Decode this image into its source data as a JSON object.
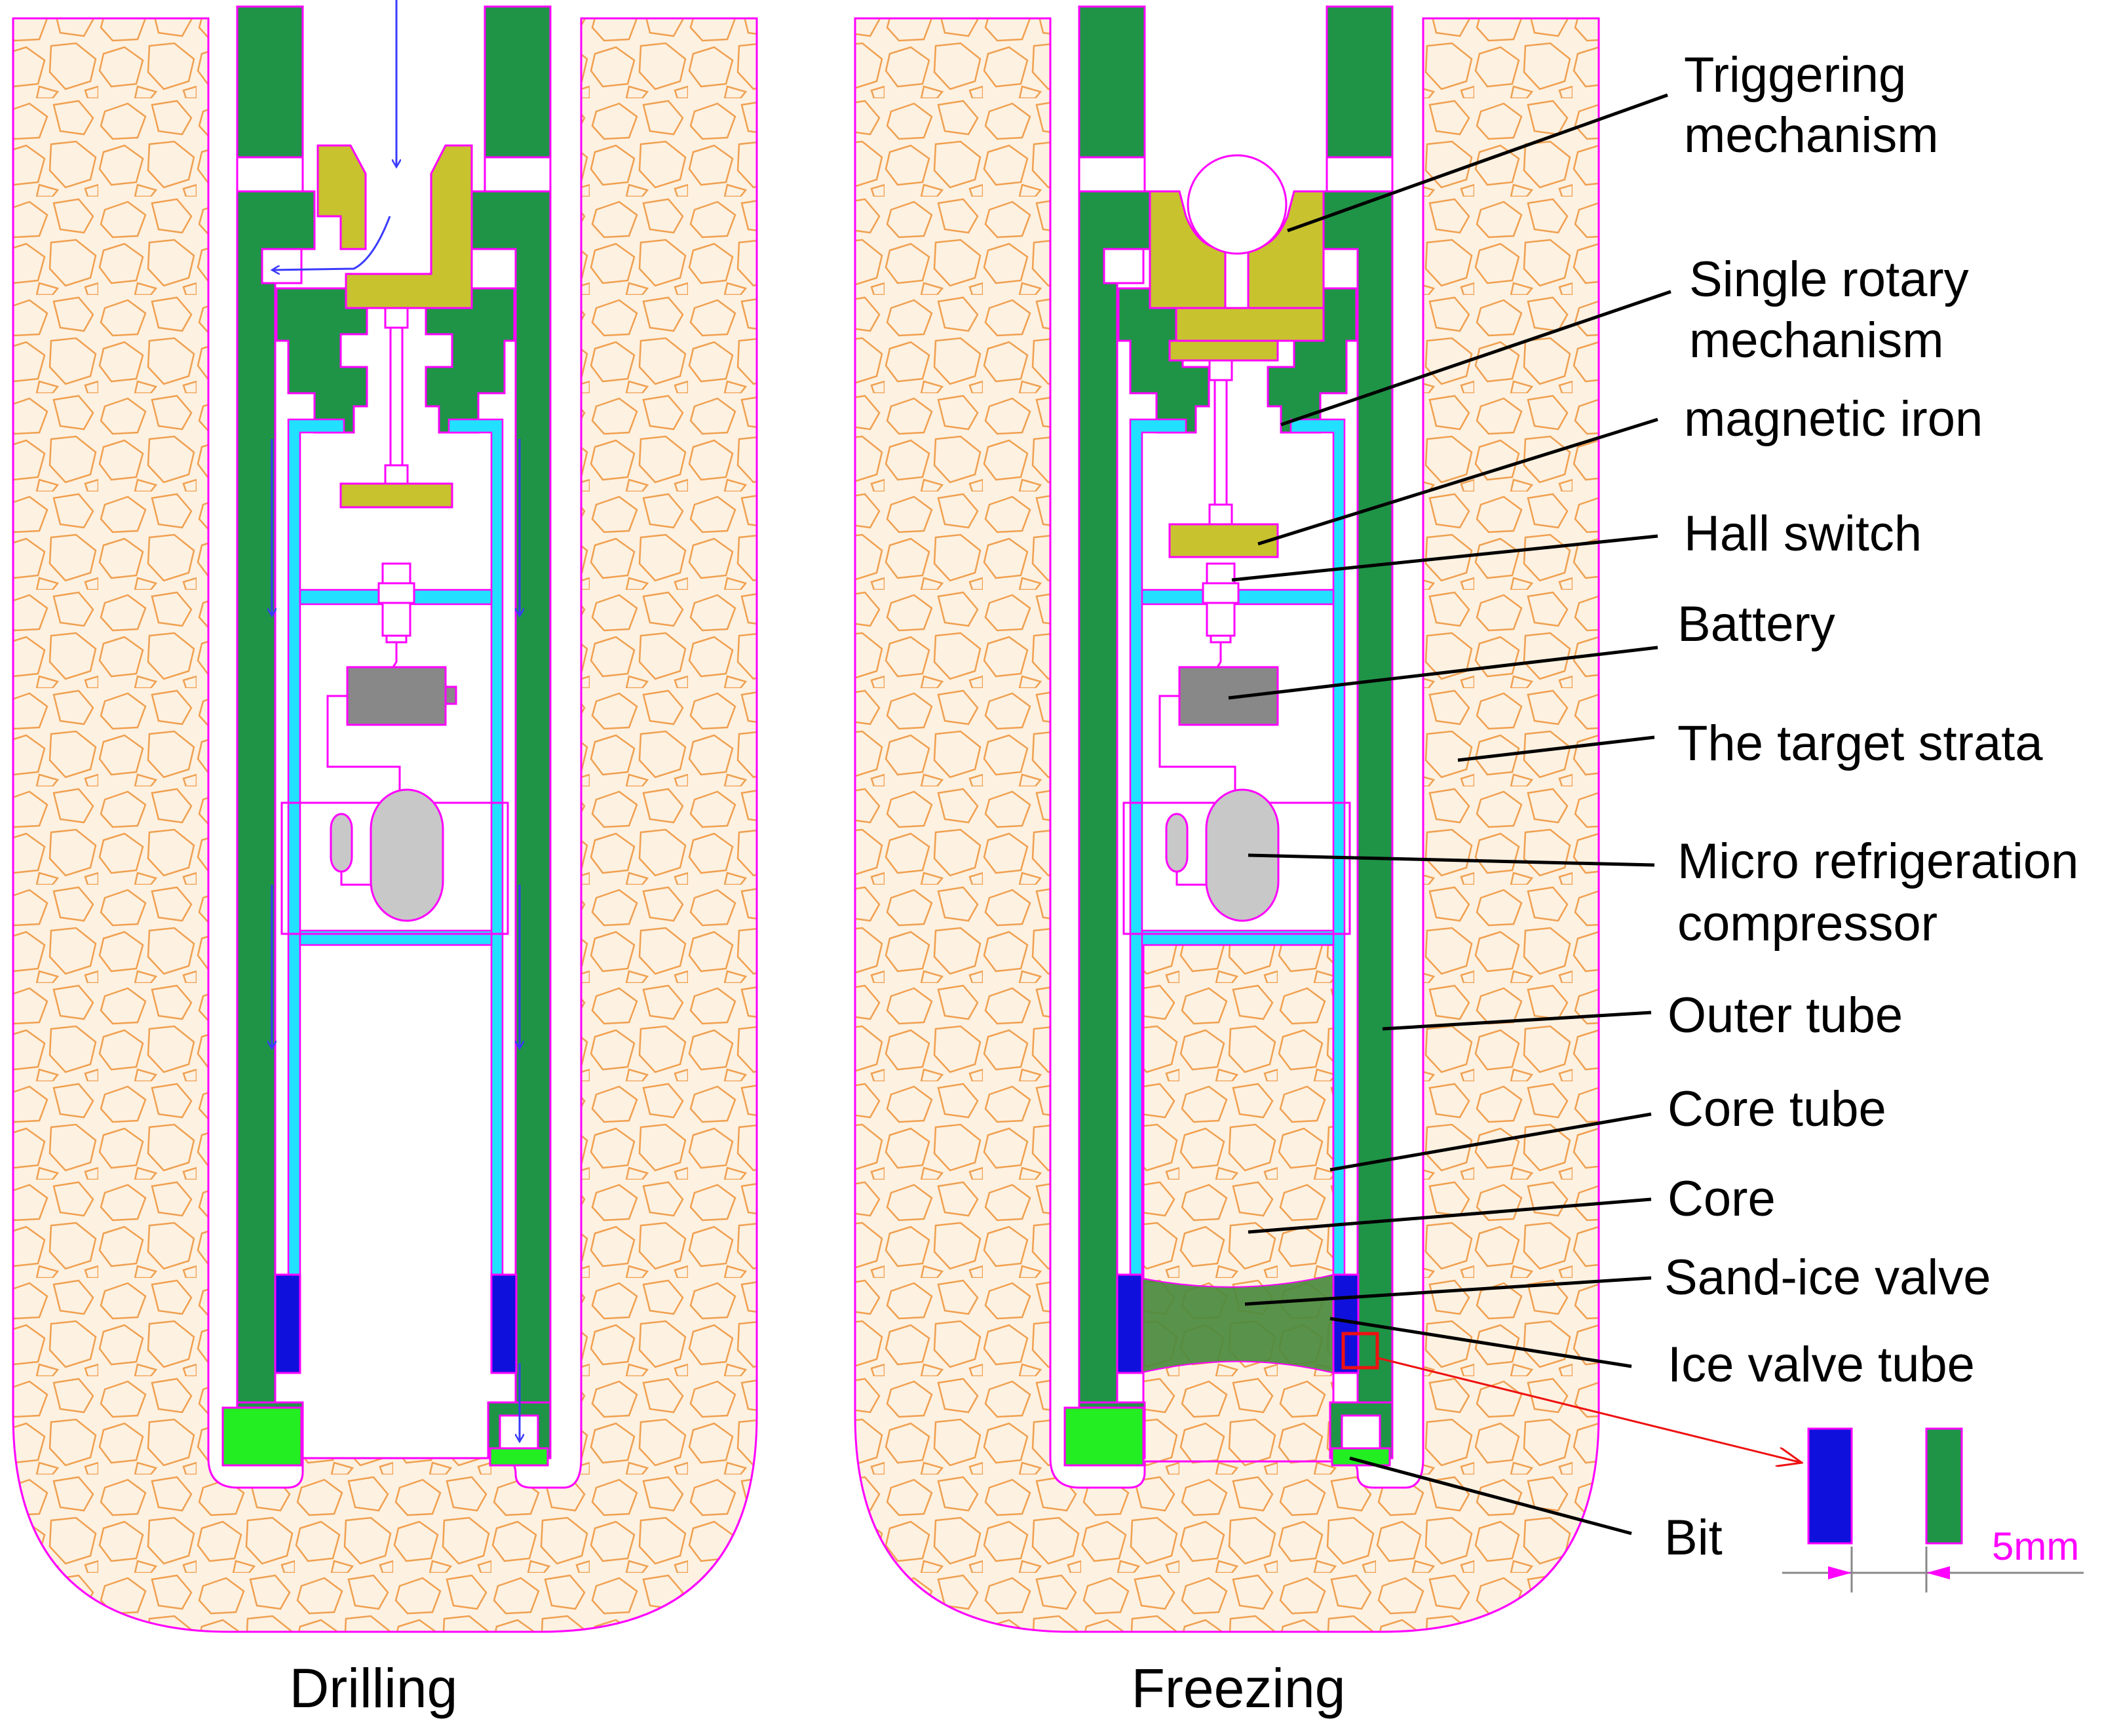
{
  "panels": [
    {
      "id": "drilling",
      "caption": "Drilling"
    },
    {
      "id": "freezing",
      "caption": "Freezing"
    }
  ],
  "labels": {
    "triggering_1": "Triggering",
    "triggering_2": "mechanism",
    "rotary_1": "Single rotary",
    "rotary_2": "mechanism",
    "magnetic_iron": "magnetic iron",
    "hall_switch": "Hall switch",
    "battery": "Battery",
    "target_strata": "The target strata",
    "compressor_1": "Micro refrigeration",
    "compressor_2": "compressor",
    "outer_tube": "Outer tube",
    "core_tube": "Core tube",
    "core": "Core",
    "sand_ice_valve": "Sand-ice valve",
    "ice_valve_tube": "Ice valve tube",
    "bit": "Bit"
  },
  "detail": {
    "gap_dimension": "5mm"
  },
  "colors": {
    "outer_tube": "#1f9447",
    "core_tube": "#22e0ff",
    "trigger": "#c8c22e",
    "bit": "#22ee22",
    "ice_valve_tube": "#1010dd",
    "sand_ice_valve": "#4b8a3e",
    "battery": "#888888",
    "compressor": "#c8c8c8",
    "strata_lines": "#f0a050",
    "strata_fill": "#fdf1e1",
    "outline": "#ff00ff",
    "flow_arrows": "#3a3aff",
    "zoom_marker": "#ee1111"
  },
  "icons": [
    "flow-arrow-icon",
    "zoom-arrow-icon"
  ]
}
